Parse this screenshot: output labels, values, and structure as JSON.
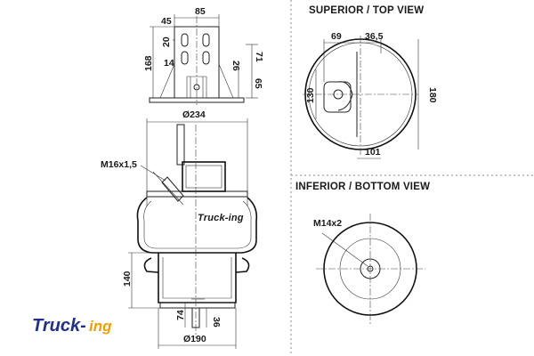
{
  "views": {
    "top_title": "SUPERIOR / TOP VIEW",
    "bottom_title": "INFERIOR / BOTTOM VIEW"
  },
  "dimensions": {
    "side": {
      "w85": "85",
      "w45": "45",
      "h20": "20",
      "h14": "14",
      "h26": "26",
      "h71": "71",
      "h168": "168",
      "h65": "65",
      "d234": "Ø234",
      "thread": "M16x1,5",
      "h140": "140",
      "h74": "74",
      "h36": "36",
      "d190": "Ø190"
    },
    "top": {
      "w69": "69",
      "w36_5": "36,5",
      "h130": "130",
      "h180": "180",
      "w101": "101"
    },
    "bottom": {
      "thread": "M14x2"
    }
  },
  "branding": {
    "logo_main": "Truck-",
    "logo_suffix": "ing",
    "part_mark": "Truck-ing",
    "main_color": "#1f2f8f",
    "accent_color": "#f0a000"
  }
}
